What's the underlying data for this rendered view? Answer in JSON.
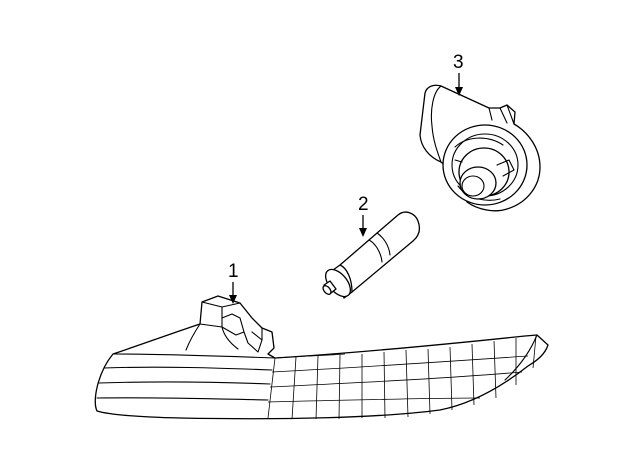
{
  "callouts": [
    {
      "label": "1",
      "part": "lens-housing"
    },
    {
      "label": "2",
      "part": "bulb"
    },
    {
      "label": "3",
      "part": "socket"
    }
  ]
}
